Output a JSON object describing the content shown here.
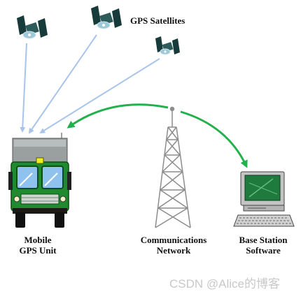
{
  "labels": {
    "satellites": "GPS Satellites",
    "mobile_line1": "Mobile",
    "mobile_line2": "GPS Unit",
    "comm_line1": "Communications",
    "comm_line2": "Network",
    "base_line1": "Base Station",
    "base_line2": "Software"
  },
  "watermark": "CSDN @Alice的博客",
  "colors": {
    "signal_beam": "#a9c4ec",
    "radio_link": "#22b14c",
    "truck_body": "#1f8a2e",
    "monitor_screen": "#1f7a3e"
  },
  "icons": [
    "satellite-icon",
    "truck-icon",
    "radio-tower-icon",
    "computer-icon"
  ]
}
